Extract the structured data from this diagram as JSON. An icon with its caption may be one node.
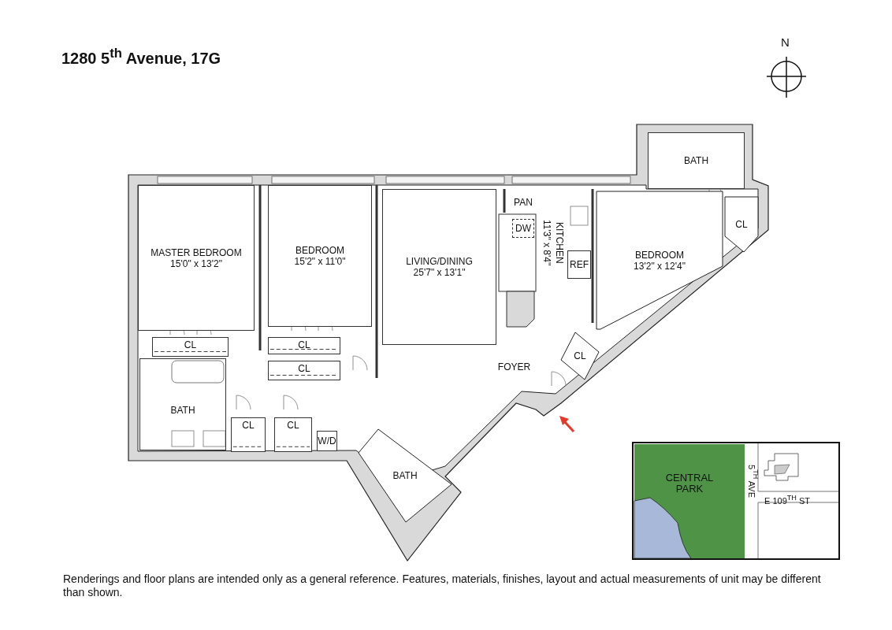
{
  "diagram": {
    "title": "1280 5$^{th}$ Avenue, 17G",
    "caption": "Renderings and floor plans are intended only as a general reference. Features, materials, finishes, layout and actual measurements of unit may be different than shown.",
    "nodes": [
      {
        "text": [
          "MASTER BEDROOM",
          "15'0\" x 13'2\""
        ]
      },
      {
        "text": [
          "BEDROOM",
          "15'2\" x 11'0\""
        ]
      },
      {
        "text": [
          "LIVING/DINING",
          "25'7\" x 13'1\""
        ]
      },
      {
        "text": [
          "PAN"
        ]
      },
      {
        "text": [
          "KITCHEN",
          "11'3\" x 8'4\""
        ]
      },
      {
        "text": [
          "DW"
        ]
      },
      {
        "text": [
          "REF"
        ]
      },
      {
        "text": [
          "BATH"
        ]
      },
      {
        "text": [
          "CL"
        ]
      },
      {
        "text": [
          "BEDROOM",
          "13'2\" x 12'4\""
        ]
      },
      {
        "text": [
          "CL"
        ]
      },
      {
        "text": [
          "CL"
        ]
      },
      {
        "text": [
          "CL"
        ]
      },
      {
        "text": [
          "FOYER"
        ]
      },
      {
        "text": [
          "CL"
        ]
      },
      {
        "text": [
          "BATH"
        ]
      },
      {
        "text": [
          "CL"
        ]
      },
      {
        "text": [
          "CL"
        ]
      },
      {
        "text": [
          "W/D"
        ]
      },
      {
        "text": [
          "BATH"
        ]
      },
      {
        "text": [
          "CENTRAL PARK"
        ]
      }
    ],
    "labels": [
      "N",
      "5$^{TH}$ AVE",
      "E 109$^{TH}$ ST"
    ]
  }
}
